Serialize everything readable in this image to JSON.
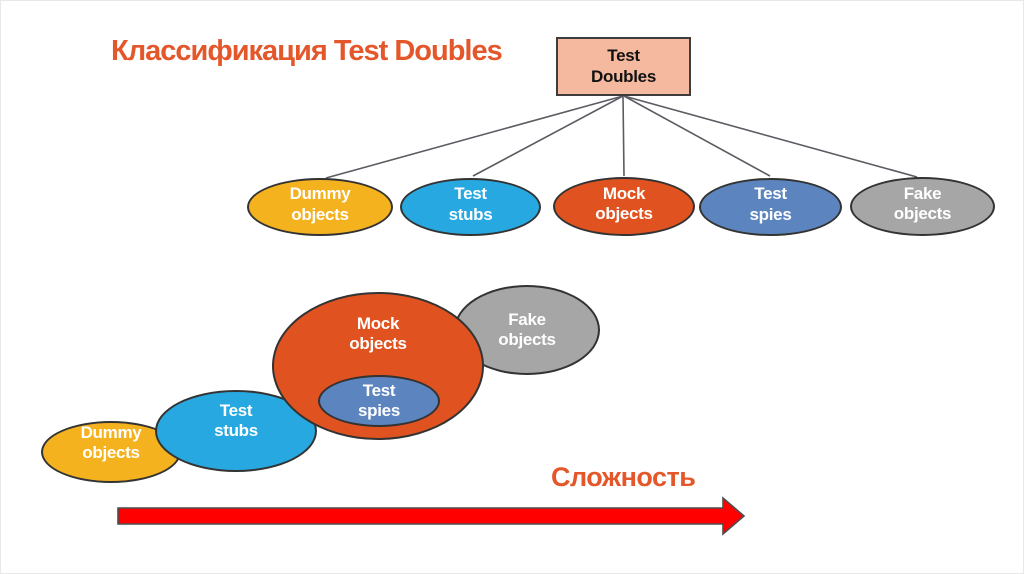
{
  "slide": {
    "title": "Классификация Test Doubles",
    "title_color": "#E4572B",
    "background": "#FFFFFF"
  },
  "tree": {
    "root": {
      "line1": "Test",
      "line2": "Doubles",
      "fill": "#F5B99F"
    },
    "connector_color": "#5B5B63",
    "children": [
      {
        "line1": "Dummy",
        "line2": "objects",
        "fill": "#F3B21E"
      },
      {
        "line1": "Test",
        "line2": "stubs",
        "fill": "#27A8E0"
      },
      {
        "line1": "Mock",
        "line2": "objects",
        "fill": "#E05320"
      },
      {
        "line1": "Test",
        "line2": "spies",
        "fill": "#5C85BF"
      },
      {
        "line1": "Fake",
        "line2": "objects",
        "fill": "#A6A6A6"
      }
    ]
  },
  "venn": {
    "items": [
      {
        "line1": "Dummy",
        "line2": "objects",
        "fill": "#F3B21E"
      },
      {
        "line1": "Test",
        "line2": "stubs",
        "fill": "#27A8E0"
      },
      {
        "line1": "Fake",
        "line2": "objects",
        "fill": "#A6A6A6"
      },
      {
        "line1": "Mock",
        "line2": "objects",
        "fill": "#E05320"
      },
      {
        "line1": "Test",
        "line2": "spies",
        "fill": "#5C85BF"
      }
    ]
  },
  "axis": {
    "label": "Сложность",
    "label_color": "#E4572B",
    "arrow_fill": "#FF0000",
    "arrow_stroke": "#4D4D4D"
  }
}
